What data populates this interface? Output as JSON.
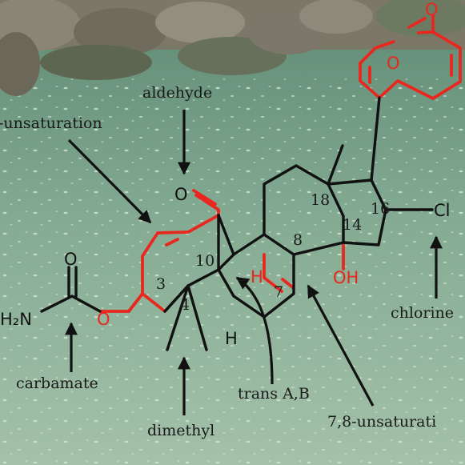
{
  "annotations": {
    "aldehyde": "aldehyde",
    "unsaturation_1": "-unsaturation",
    "carbamate": "carbamate",
    "dimethyl": "dimethyl",
    "trans_ab": "trans A,B",
    "unsaturation_78": "7,8-unsaturati",
    "chlorine": "chlorine"
  },
  "atoms": {
    "carbonyl_o_top": "O",
    "aldehyde_o": "O",
    "ring_o": "O",
    "carbamate_o_top": "O",
    "carbamate_o": "O",
    "amine": "H₂N",
    "chlorine": "Cl",
    "hydroxyl": "OH",
    "h_ab": "H",
    "h_5": "H"
  },
  "positions": {
    "p3": "3",
    "p4": "4",
    "p7": "7",
    "p8": "8",
    "p10": "10",
    "p14": "14",
    "p16": "16",
    "p18": "18"
  },
  "colors": {
    "highlight": "#e8281e",
    "bond": "#111111",
    "water": "#7fa58e",
    "rocks": "#6e6a5c"
  }
}
